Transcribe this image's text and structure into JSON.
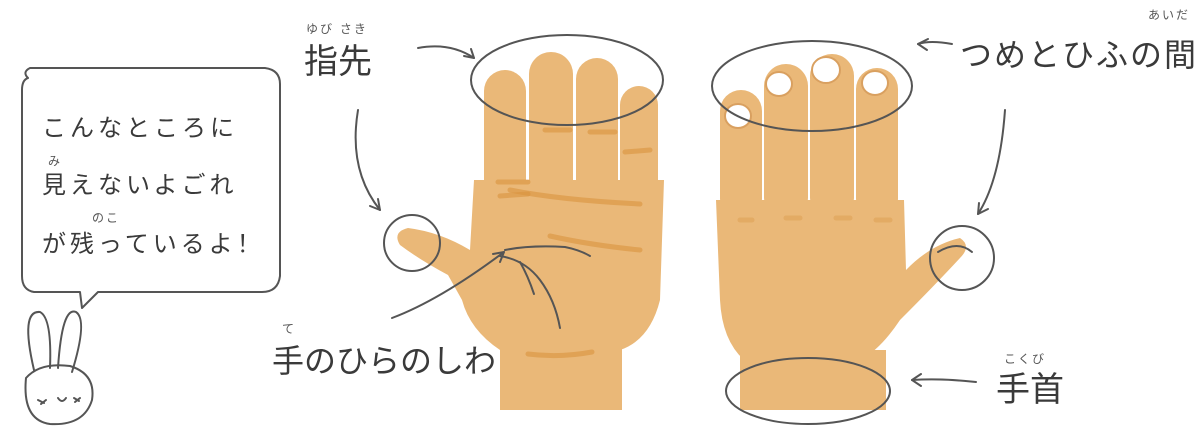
{
  "bubble": {
    "lines": [
      "こんなところに",
      "見えないよごれ",
      "が残っているよ！"
    ],
    "ruby_mi": "み",
    "ruby_noko": "のこ"
  },
  "labels": {
    "fingertip": {
      "text": "指先",
      "ruby": "ゆび さき"
    },
    "between_nail_skin": {
      "text": "つめとひふの間",
      "ruby": "あいだ"
    },
    "palm_wrinkles": {
      "text": "手のひらのしわ",
      "ruby": "て"
    },
    "wrist": {
      "text": "手首",
      "ruby": "こくび"
    }
  },
  "colors": {
    "skin": "#eab878",
    "ink": "#555555"
  }
}
